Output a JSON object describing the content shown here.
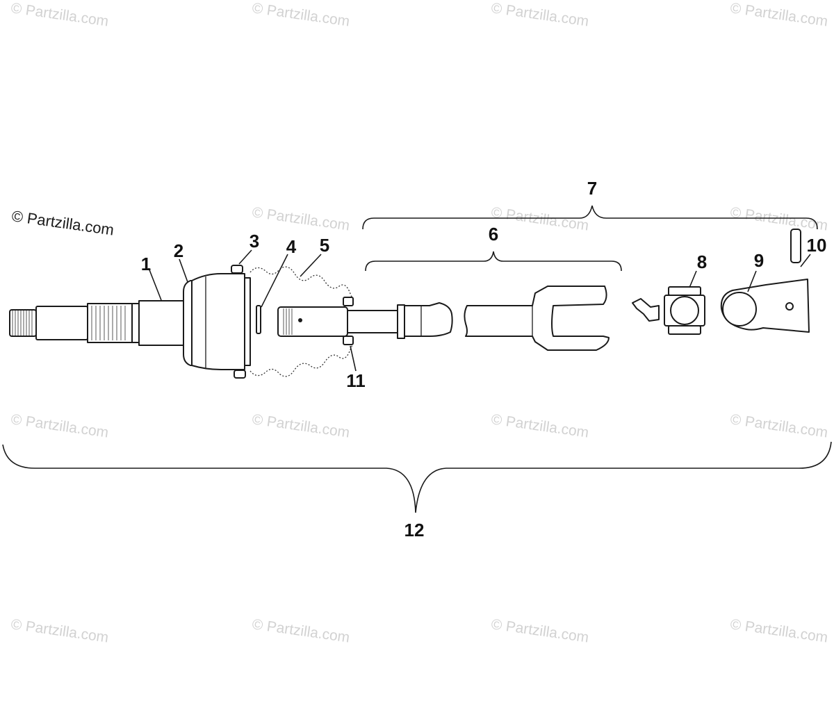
{
  "watermark": {
    "text": "© Partzilla.com"
  },
  "copyright": {
    "text": "© Partzilla.com"
  },
  "callouts": {
    "c1": "1",
    "c2": "2",
    "c3": "3",
    "c4": "4",
    "c5": "5",
    "c6": "6",
    "c7": "7",
    "c8": "8",
    "c9": "9",
    "c10": "10",
    "c11": "11",
    "c12": "12"
  }
}
